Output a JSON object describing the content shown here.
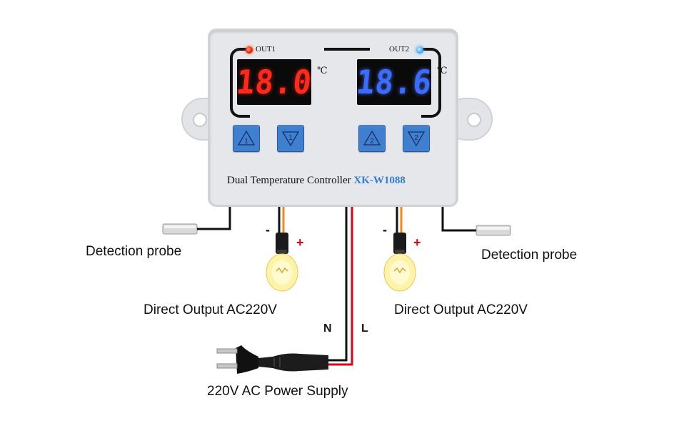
{
  "controller": {
    "out1_label": "OUT1",
    "out2_label": "OUT2",
    "display1_value": "18.0",
    "display2_value": "18.6",
    "unit": "℃",
    "buttons": [
      "1",
      "1",
      "2",
      "2"
    ],
    "title": "Dual Temperature Controller",
    "model": "XK-W1088"
  },
  "labels": {
    "probe_left": "Detection probe",
    "probe_right": "Detection probe",
    "output_left": "Direct Output AC220V",
    "output_right": "Direct Output AC220V",
    "neutral": "N",
    "live": "L",
    "minus": "-",
    "plus": "+",
    "power": "220V AC Power Supply"
  },
  "colors": {
    "display1": "#ff2a1a",
    "display2": "#3c6cff",
    "buttons": "#3f7fd0",
    "model": "#2f7fd8",
    "live_wire": "#e0001a",
    "neutral_wire": "#111111",
    "load_wire": "#f08a1a"
  }
}
